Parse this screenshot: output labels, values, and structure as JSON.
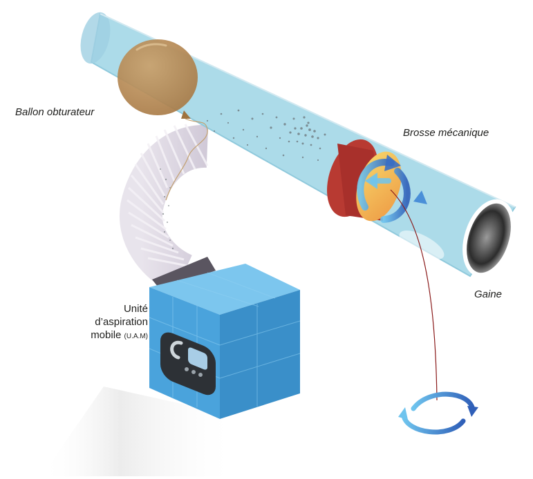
{
  "labels": {
    "ballon": "Ballon obturateur",
    "brosse": "Brosse mécanique",
    "gaine": "Gaine",
    "uam_line1": "Unité",
    "uam_line2": "d’aspiration",
    "uam_line3": "mobile",
    "uam_abbr": "(U.A.M)"
  },
  "colors": {
    "duct": "#acdbe9",
    "duct_edge": "#8fc9dc",
    "balloon": "#b98a55",
    "brush_outer": "#b83a32",
    "brush_face": "#f3c85c",
    "arrow": "#4a8fd8",
    "box_front": "#4aa3dc",
    "box_side": "#3a8fc9",
    "box_top": "#7cc6ee",
    "hose": "#d9d3df",
    "dust": "#6f7a80",
    "cable": "#8a1a1a"
  },
  "icons": {
    "rotation": "rotation-arrows-icon",
    "brush_rotation": "brush-rotation-arrows-icon"
  }
}
